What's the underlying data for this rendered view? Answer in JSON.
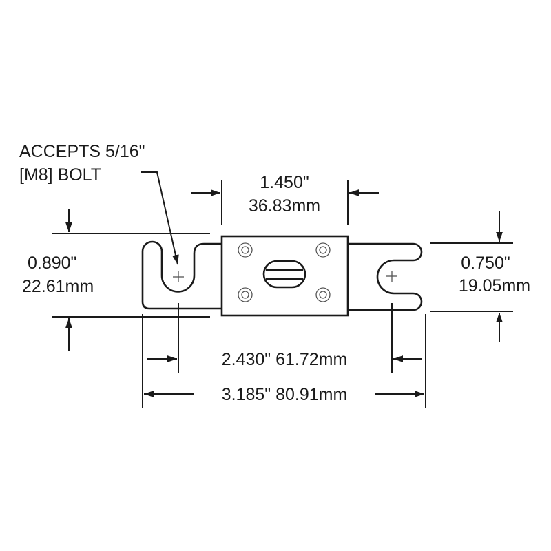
{
  "labels": {
    "bolt_line1": "ACCEPTS 5/16\"",
    "bolt_line2": "[M8] BOLT",
    "body_width_in": "1.450\"",
    "body_width_mm": "36.83mm",
    "left_height_in": "0.890\"",
    "left_height_mm": "22.61mm",
    "right_height_in": "0.750\"",
    "right_height_mm": "19.05mm",
    "hole_spacing": "2.430\"  61.72mm",
    "overall_length": "3.185\"  80.91mm"
  },
  "colors": {
    "line": "#1a1a1a",
    "background": "#ffffff"
  }
}
